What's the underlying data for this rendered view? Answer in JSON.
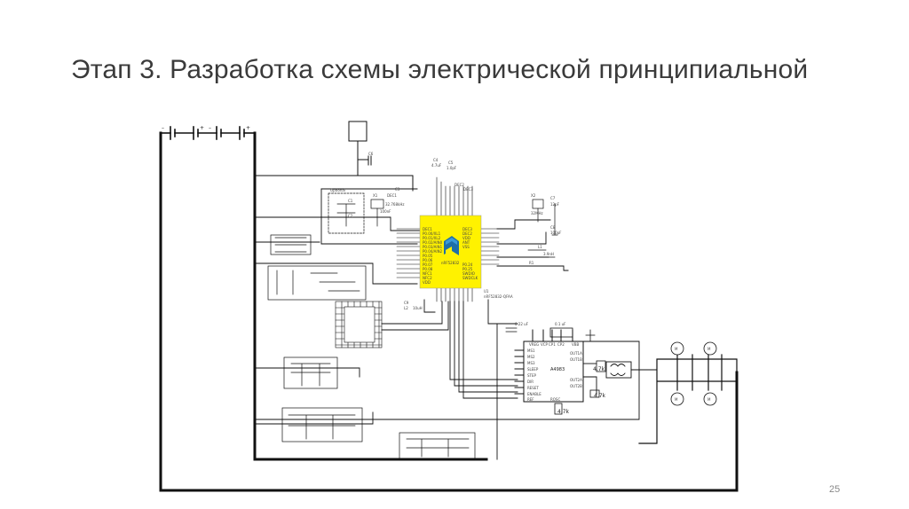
{
  "slide": {
    "title": "Этап 3. Разработка схемы электрической принципиальной",
    "page_number": "25"
  },
  "schematic": {
    "mcu": {
      "part": "nRF52832",
      "ref": "U1",
      "package": "nRF52832-QFAA",
      "highlight_color": "#fff200",
      "logo_color": "#1f6fa8",
      "left_pins": [
        "DEC1",
        "P0.00/XL1",
        "P0.01/XL2",
        "P0.02/AIN0",
        "P0.03/AIN1",
        "P0.04/AIN2",
        "P0.05",
        "P0.06",
        "P0.07",
        "P0.08",
        "NFC1",
        "NFC2",
        "VDD"
      ],
      "right_pins": [
        "DEC3",
        "DEC2",
        "VDD",
        "ANT",
        "VSS",
        "P0.24",
        "P0.25",
        "SWDIO",
        "SWDCLK"
      ]
    },
    "optional_label": "Optional",
    "driver": {
      "part": "A4983",
      "pins_left": [
        "MS1",
        "MS2",
        "MS3",
        "SLEEP",
        "STEP",
        "DIR",
        "RESET",
        "ENABLE",
        "REF"
      ],
      "pins_top": [
        "VREG",
        "VCP",
        "CP1",
        "CP2",
        "VBB"
      ],
      "pins_right": [
        "OUT1A",
        "OUT1B",
        "OUT2A",
        "OUT2B"
      ],
      "resistor_1": "4.7k",
      "resistor_2": "4.7k",
      "resistor_3": "4.7k",
      "cap_1": "0.22 uF",
      "cap_2": "0.1 uF",
      "rosc": "ROSC"
    },
    "motor_label": "M",
    "battery_plus": "+",
    "battery_minus": "–",
    "components": {
      "c1": "C1",
      "c2": "C2",
      "c3": "C3",
      "c4": "C4",
      "c5": "C5",
      "c6": "C6",
      "c7": "C7",
      "c8": "C8",
      "c9": "C9",
      "x1": "X1",
      "x2": "X2",
      "r1": "R1",
      "l1": "L1",
      "l2": "L2",
      "dec1": "DEC1",
      "dec2": "DEC2",
      "dec3": "DEC3",
      "c_val_1": "100nF",
      "c_val_2": "4.7uF",
      "c_val_3": "1.0pF",
      "c_val_4": "12pF",
      "c_val_5": "100pF",
      "x_val": "32.768kHz",
      "x2_val": "32MHz",
      "l_val": "3.9nH",
      "l2_val": "10uH"
    }
  }
}
